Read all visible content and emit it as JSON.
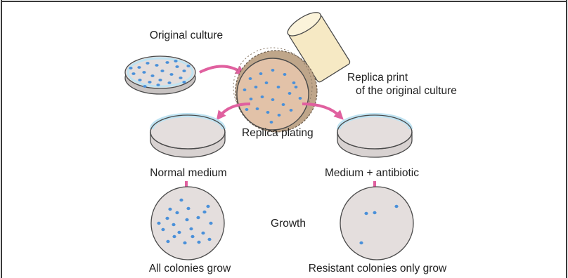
{
  "labels": {
    "original_culture": "Original culture",
    "replica_print_line1": "Replica print",
    "replica_print_line2": "of the original culture",
    "replica_plating": "Replica plating",
    "normal_medium": "Normal medium",
    "medium_antibiotic": "Medium + antibiotic",
    "growth": "Growth",
    "all_colonies": "All colonies grow",
    "resistant_colonies": "Resistant colonies only grow"
  },
  "colors": {
    "frame": "#3a3a3a",
    "dish_fill": "#e4dedd",
    "dish_rim": "#bfe3f2",
    "dish_outline": "#4a4a4a",
    "colony": "#4a90d9",
    "velvet": "#e2c2a8",
    "velvet_edge": "#c4ac92",
    "handle": "#f6e9c4",
    "arrow": "#e0609f"
  }
}
